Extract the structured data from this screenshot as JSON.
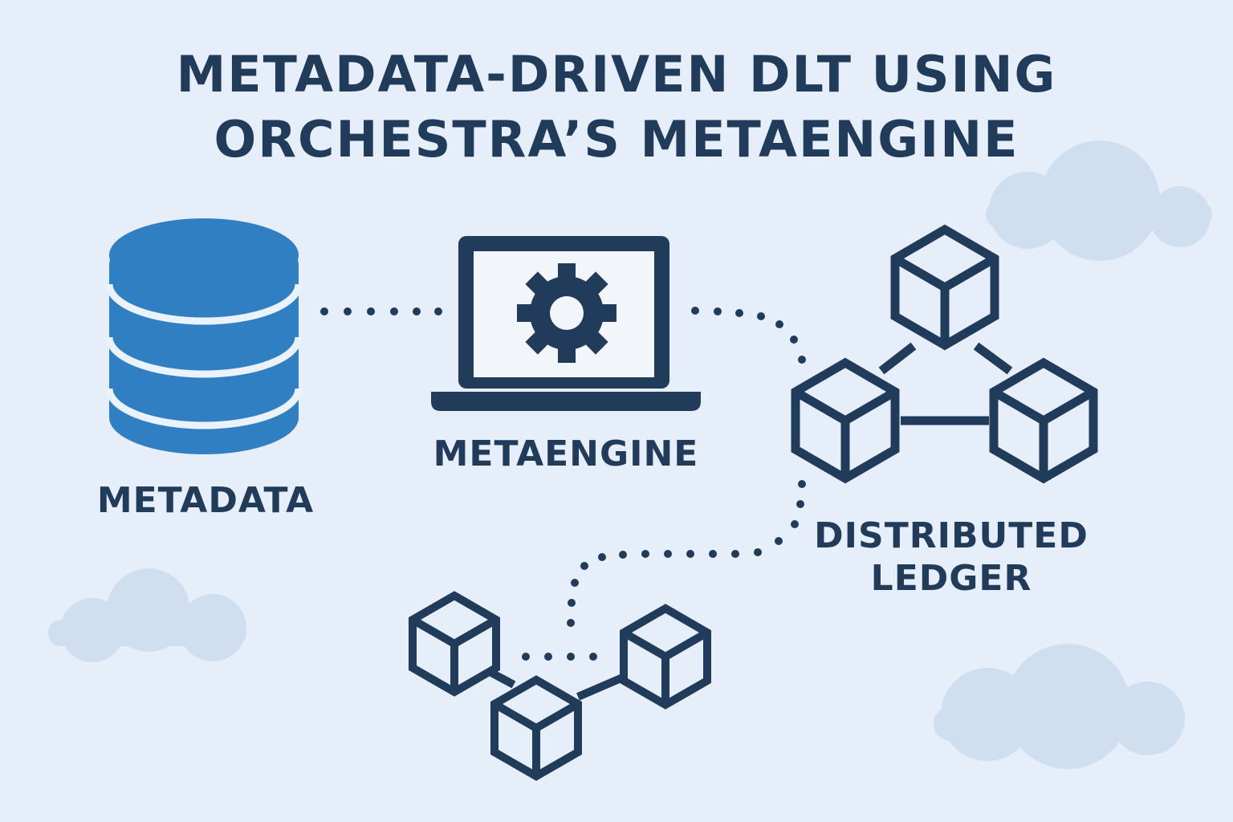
{
  "title": {
    "line1": "METADATA-DRIVEN DLT USING",
    "line2": "ORCHESTRA’S METAENGINE"
  },
  "nodes": {
    "metadata": {
      "label": "METADATA",
      "icon": "database-icon"
    },
    "metaengine": {
      "label": "METAENGINE",
      "icon": "laptop-gear-icon"
    },
    "ledger": {
      "label_line1": "DISTRIBUTED",
      "label_line2": "LEDGER",
      "icon": "blockchain-cubes-icon"
    },
    "secondary_ledger": {
      "icon": "blockchain-cubes-icon"
    }
  },
  "colors": {
    "background": "#e6eff9",
    "text": "#213c5a",
    "database": "#2f7fc2",
    "cloud": "#cfdff0"
  }
}
